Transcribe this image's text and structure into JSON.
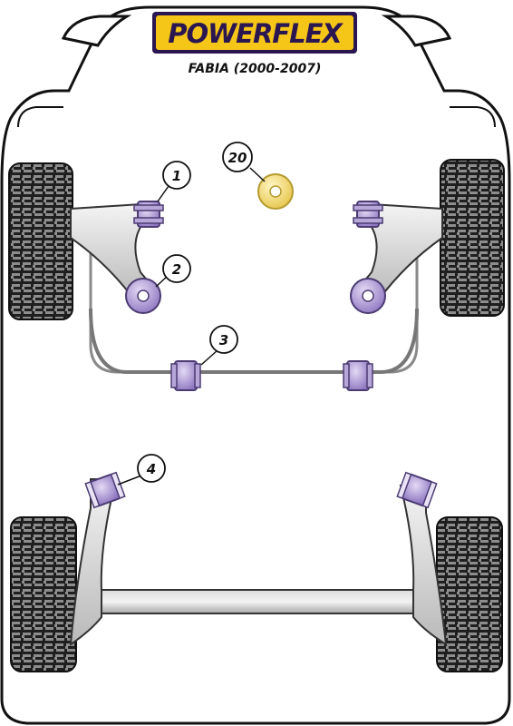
{
  "brand": {
    "name": "POWERFLEX",
    "subtitle": "FABIA (2000-2007)"
  },
  "colors": {
    "bush_purple": "#b7a6d8",
    "bush_purple_dark": "#6e5a9a",
    "bush_yellow": "#f2de7a",
    "logo_yellow": "#f5c518",
    "logo_text": "#2a1650"
  },
  "callouts": [
    {
      "id": "1",
      "label": "1"
    },
    {
      "id": "2",
      "label": "2"
    },
    {
      "id": "3",
      "label": "3"
    },
    {
      "id": "4",
      "label": "4"
    },
    {
      "id": "20",
      "label": "20"
    }
  ]
}
